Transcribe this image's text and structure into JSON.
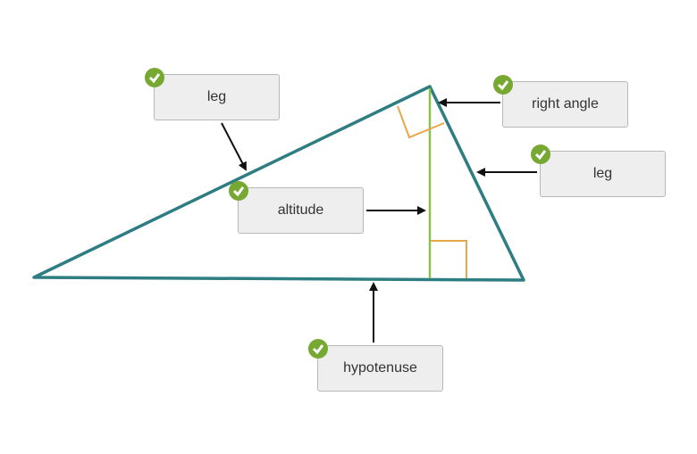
{
  "labels": {
    "leg_top": "leg",
    "right_angle": "right angle",
    "leg_right": "leg",
    "altitude": "altitude",
    "hypotenuse": "hypotenuse"
  },
  "colors": {
    "triangle": "#2e7d82",
    "altitude": "#8bc34a",
    "right_angle_mark": "#e8a64a",
    "check": "#76a832"
  }
}
